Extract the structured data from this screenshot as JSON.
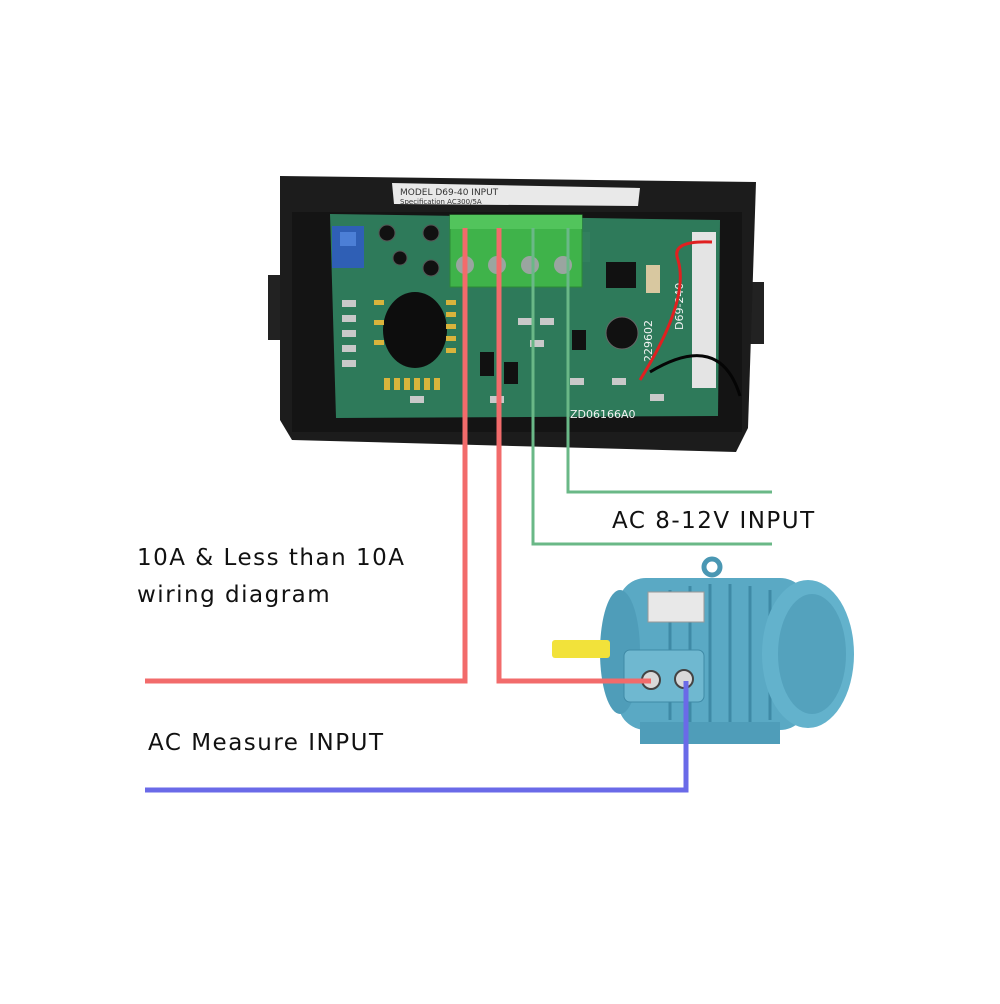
{
  "labels": {
    "diagram_line1": "10A & Less than 10A",
    "diagram_line2": "wiring diagram",
    "power_input": "AC 8-12V INPUT",
    "measure_input": "AC Measure INPUT"
  },
  "device": {
    "model_label": "MODEL D69-40 INPUT",
    "spec_label": "Specification AC300/5A",
    "board_code": "ZD06166A0",
    "board_code_2": "229602",
    "board_code_3": "D69-240"
  },
  "colors": {
    "measure_red": "#f26b6b",
    "measure_blue": "#6a6ae8",
    "power_green": "#6ab887",
    "pcb_green": "#2e7a5a",
    "housing": "#1c1c1c",
    "terminal": "#3fb34a",
    "motor": "#5aa9c4"
  }
}
